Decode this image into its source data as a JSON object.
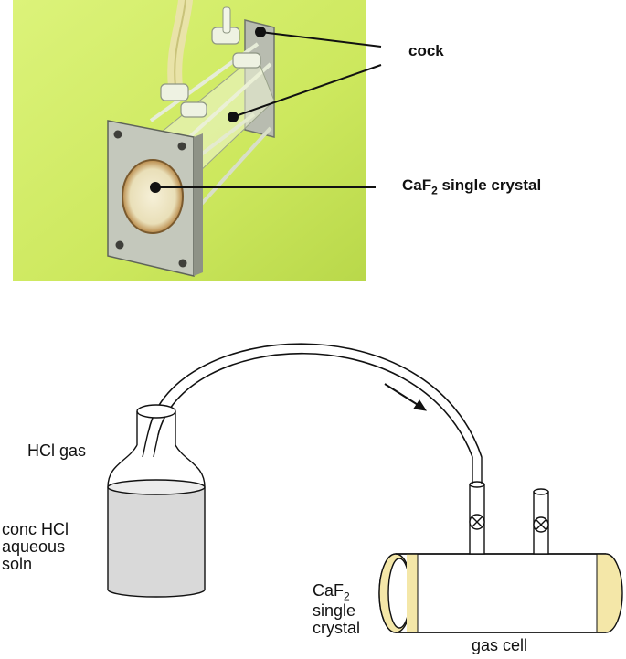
{
  "photo": {
    "labels": {
      "cock": "cock",
      "crystal_prefix": "CaF",
      "crystal_sub": "2",
      "crystal_suffix": " single crystal"
    }
  },
  "diagram": {
    "hcl_gas": "HCl gas",
    "solution": [
      "conc HCl",
      "aqueous",
      "soln"
    ],
    "crystal": {
      "prefix": "CaF",
      "sub": "2",
      "lines": [
        "single",
        "crystal"
      ]
    },
    "gas_cell": "gas cell"
  },
  "colors": {
    "photo_bg": "#d6ef6a",
    "liquid": "#d9d9d9",
    "window": "#f4e7a8",
    "stroke": "#111111"
  }
}
